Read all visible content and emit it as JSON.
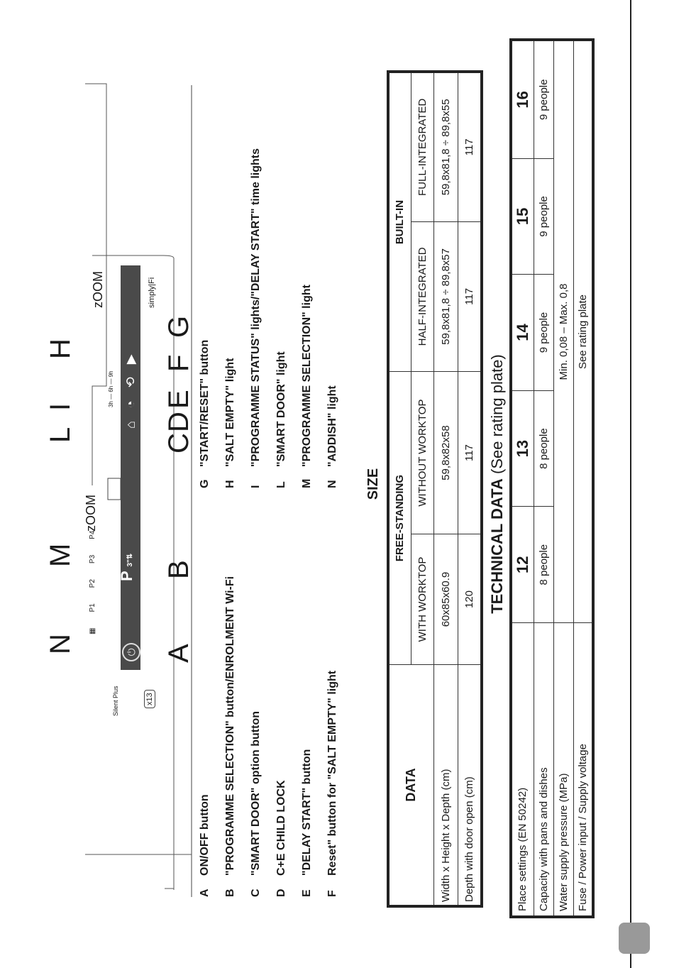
{
  "panel": {
    "brand": "Silent Plus",
    "capacity_badge": "x13",
    "p_display": "P",
    "p_sub": "3\"⇅",
    "programs": [
      "P1",
      "P2",
      "P3",
      "P4"
    ],
    "time_labels": "3h — 6h — 9h",
    "zoom_logo": "zOOM",
    "simply_fi": "simply|Fi",
    "letters_top": [
      "N",
      "M",
      "L",
      "I",
      "H"
    ],
    "letters_bottom": [
      "A",
      "B",
      "C",
      "D",
      "E",
      "F",
      "G"
    ]
  },
  "legend": [
    {
      "key": "A",
      "text": "ON/OFF button"
    },
    {
      "key": "B",
      "text": "\"PROGRAMME SELECTION\" button/ENROLMENT Wi-Fi"
    },
    {
      "key": "C",
      "text": "\"SMART DOOR\" option button"
    },
    {
      "key": "D",
      "text": "C+E CHILD LOCK"
    },
    {
      "key": "E",
      "text": "\"DELAY START\" button"
    },
    {
      "key": "F",
      "text": "Reset\" button for \"SALT EMPTY\" light"
    },
    {
      "key": "G",
      "text": "\"START/RESET\" button"
    },
    {
      "key": "H",
      "text": "\"SALT EMPTY\" light"
    },
    {
      "key": "I",
      "text": "\"PROGRAMME STATUS\" lights/\"DELAY START\" time lights"
    },
    {
      "key": "L",
      "text": "\"SMART DOOR\" light"
    },
    {
      "key": "M",
      "text": "\"PROGRAMME SELECTION\" light"
    },
    {
      "key": "N",
      "text": "\"ADDISH\" light"
    }
  ],
  "size": {
    "heading": "SIZE",
    "data_header": "DATA",
    "groups": [
      "FREE-STANDING",
      "BUILT-IN"
    ],
    "subheaders": [
      "WITH WORKTOP",
      "WITHOUT WORKTOP",
      "HALF-INTEGRATED",
      "FULL-INTEGRATED"
    ],
    "rows": [
      {
        "label": "Width x Height x Depth (cm)",
        "values": [
          "60x85x60.9",
          "59,8x82x58",
          "59,8x81,8 ÷ 89,8x57",
          "59,8x81,8 ÷ 89,8x55"
        ]
      },
      {
        "label": "Depth with door open (cm)",
        "values": [
          "120",
          "117",
          "117",
          "117"
        ]
      }
    ]
  },
  "technical": {
    "heading_bold": "TECHNICAL DATA",
    "heading_normal": "(See rating plate)",
    "columns": [
      "12",
      "13",
      "14",
      "15",
      "16"
    ],
    "rows": [
      {
        "label": "Place settings (EN 50242)",
        "values": []
      },
      {
        "label": "Capacity with pans and dishes",
        "values": [
          "8 people",
          "8 people",
          "9 people",
          "9 people",
          "9 people"
        ]
      },
      {
        "label": "Water supply pressure (MPa)",
        "merged": "Min. 0,08 – Max. 0,8"
      },
      {
        "label": "Fuse / Power input / Supply voltage",
        "merged": "See rating plate"
      }
    ]
  }
}
